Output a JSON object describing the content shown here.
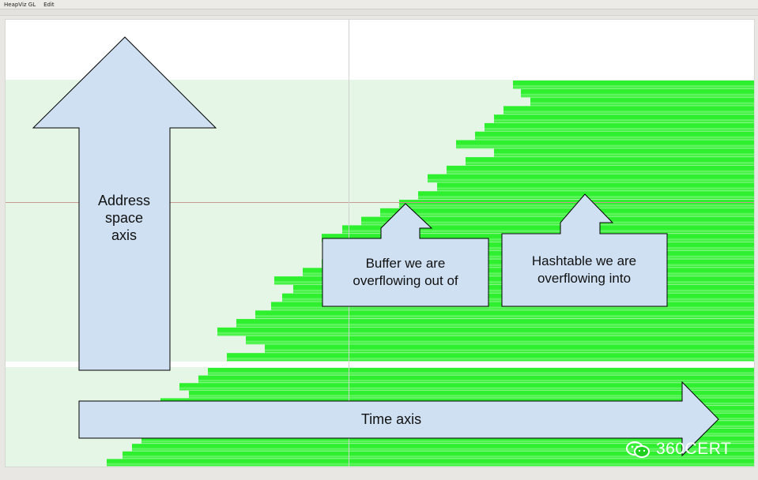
{
  "menu": {
    "app_label": "HeapViz GL",
    "edit_label": "Edit"
  },
  "labels": {
    "address_axis": [
      "Address",
      "space",
      "axis"
    ],
    "buffer": [
      "Buffer we are",
      "overflowing out of"
    ],
    "hashtable": [
      "Hashtable we are",
      "overflowing into"
    ],
    "time_axis": "Time axis"
  },
  "watermark": "360CERT",
  "colors": {
    "bar_green": "#2ef02e",
    "bar_green_light": "#5ef45e",
    "region_bg": "#e6f6e6",
    "arrow_fill": "#cfe0f2",
    "crosshair_h": "#c79a92",
    "crosshair_v": "#d0d0d0"
  }
}
